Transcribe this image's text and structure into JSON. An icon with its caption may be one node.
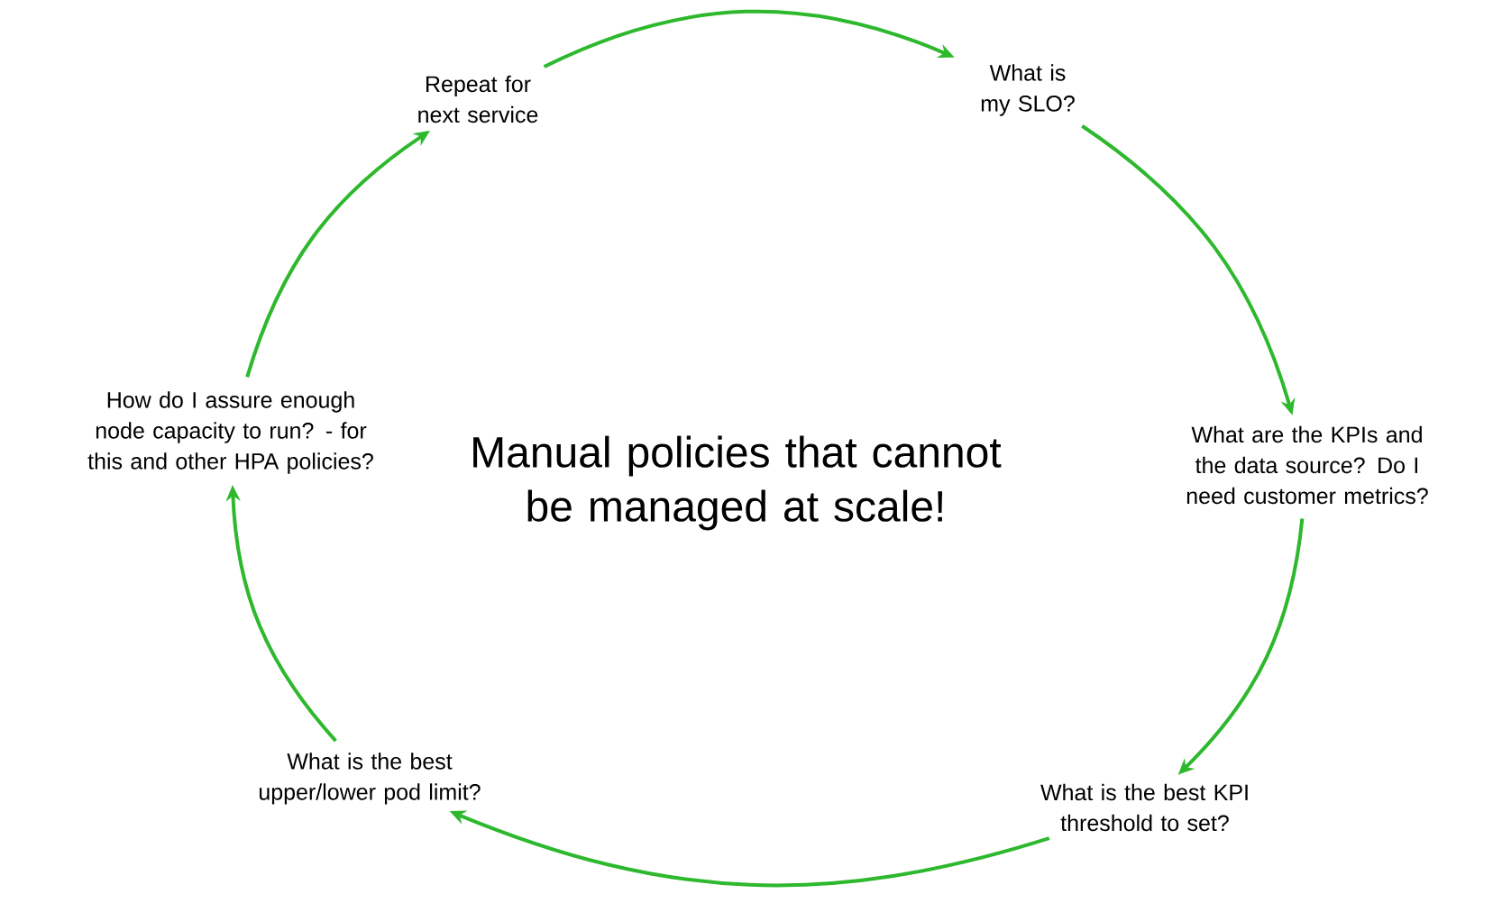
{
  "diagram": {
    "nodes": [
      {
        "text": [
          "Repeat for next service"
        ]
      },
      {
        "text": [
          "What is my SLO?"
        ]
      },
      {
        "text": [
          "What are the KPIs and the data source? Do I need customer metrics?"
        ]
      },
      {
        "text": [
          "What is the best KPI threshold to set?"
        ]
      },
      {
        "text": [
          "What is the best upper/lower pod limit?"
        ]
      },
      {
        "text": [
          "How do I assure enough node capacity to run? - for this and other HPA policies?"
        ]
      }
    ],
    "edges": [
      {
        "from": 0,
        "to": 1,
        "arrow": "to"
      },
      {
        "from": 1,
        "to": 2,
        "arrow": "to"
      },
      {
        "from": 2,
        "to": 3,
        "arrow": "to"
      },
      {
        "from": 3,
        "to": 4,
        "arrow": "to"
      },
      {
        "from": 4,
        "to": 5,
        "arrow": "to"
      },
      {
        "from": 5,
        "to": 0,
        "arrow": "to"
      }
    ],
    "labels": [
      "Manual policies that cannot be managed at scale!"
    ]
  }
}
